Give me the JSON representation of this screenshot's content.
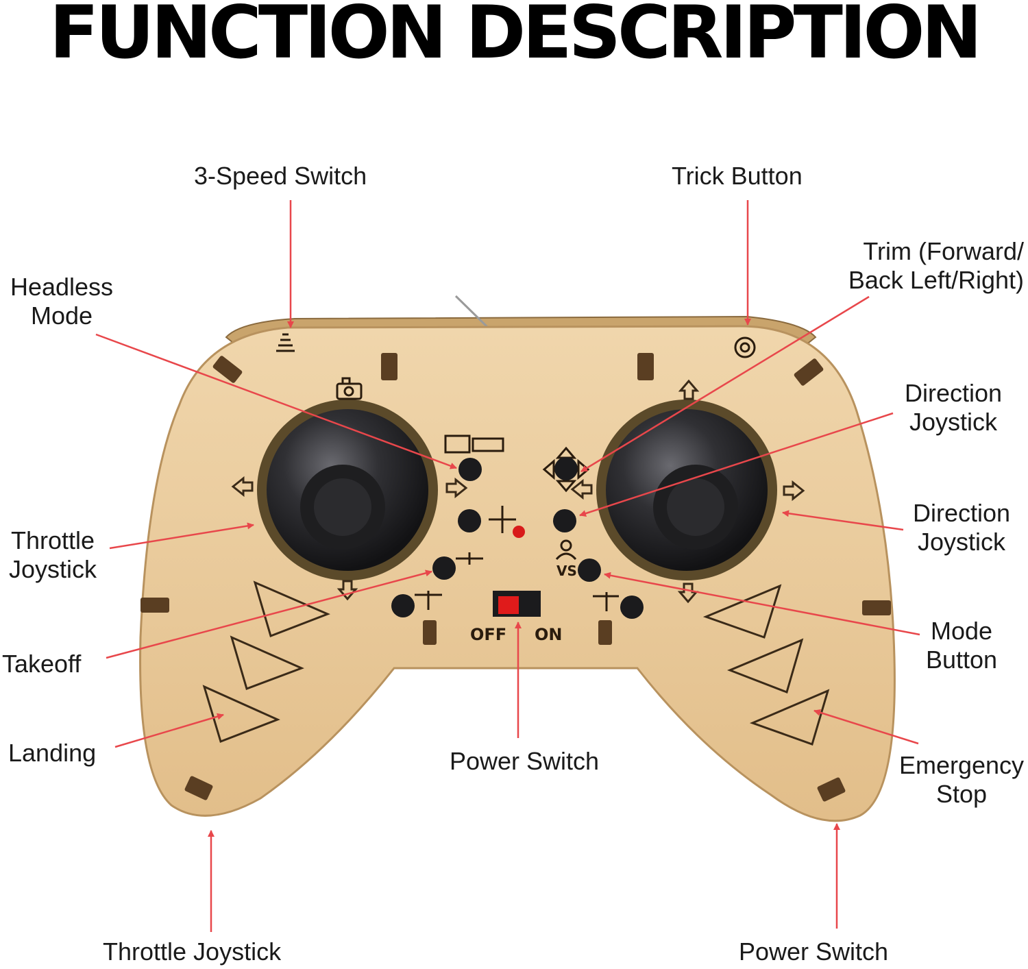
{
  "title": "FUNCTION DESCRIPTION",
  "labels": {
    "speed_switch": "3-Speed Switch",
    "trick_button": "Trick Button",
    "trim_l1": "Trim (Forward/",
    "trim_l2": "Back Left/Right)",
    "headless_l1": "Headless",
    "headless_l2": "Mode",
    "direction_joystick_1_l1": "Direction",
    "direction_joystick_1_l2": "Joystick",
    "direction_joystick_2_l1": "Direction",
    "direction_joystick_2_l2": "Joystick",
    "throttle_joystick_l1": "Throttle",
    "throttle_joystick_l2": "Joystick",
    "takeoff": "Takeoff",
    "mode_button_l1": "Mode",
    "mode_button_l2": "Button",
    "landing": "Landing",
    "power_switch_center": "Power Switch",
    "emergency_l1": "Emergency",
    "emergency_l2": "Stop",
    "throttle_joystick_bottom": "Throttle Joystick",
    "power_switch_bottom": "Power Switch"
  },
  "controller_markings": {
    "off": "OFF",
    "on": "ON",
    "vs": "VS"
  },
  "colors": {
    "arrow": "#e8474b",
    "wood": "#e9c99a",
    "wood_edge": "#b8925e",
    "joystick": "#2a2a2c",
    "power_switch": "#e01b1b"
  }
}
